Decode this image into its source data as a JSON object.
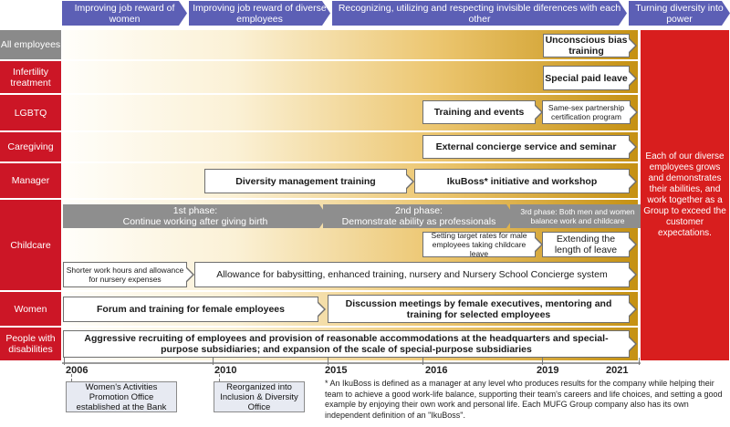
{
  "phases": [
    "Improving job reward of women",
    "Improving job reward of diverse employees",
    "Recognizing, utilizing and respecting invisible diferences with each other",
    "Turning diversity into power"
  ],
  "rows": {
    "all": "All employees",
    "infertility": "Infertility treatment",
    "lgbtq": "LGBTQ",
    "caregiving": "Caregiving",
    "manager": "Manager",
    "childcare": "Childcare",
    "women": "Women",
    "disabilities": "People with disabilities"
  },
  "boxes": {
    "unconscious": "Unconscious bias training",
    "special_leave": "Special paid leave",
    "training_events": "Training and events",
    "partnership": "Same-sex partnership certification program",
    "concierge": "External concierge service and seminar",
    "diversity_mgmt": "Diversity management training",
    "ikuboss": "IkuBoss* initiative and workshop",
    "target_rates": "Setting target rates for male employees taking childcare leave",
    "extending": "Extending the length of leave",
    "shorter_hours": "Shorter work hours and allowance for nursery expenses",
    "allowance": "Allowance for babysitting, enhanced training, nursery and Nursery School Concierge system",
    "forum": "Forum and training for female employees",
    "discussion": "Discussion meetings by female executives, mentoring and training for selected employees",
    "recruiting": "Aggressive recruiting of employees and provision of reasonable accommodations at the headquarters and special-purpose subsidiaries; and expansion of the scale of special-purpose subsidiaries"
  },
  "childcare_phases": {
    "p1_title": "1st phase:",
    "p1_text": "Continue working after giving birth",
    "p2_title": "2nd phase:",
    "p2_text": "Demonstrate ability as professionals",
    "p3": "3rd phase: Both men and women balance work and childcare"
  },
  "right_column": "Each of our diverse employees grows and demonstrates their abilities, and work together as a Group to exceed the customer expectations.",
  "timeline": {
    "years": [
      "2006",
      "2010",
      "2015",
      "2016",
      "2019",
      "2021"
    ],
    "notes": [
      "Women's Activities Promotion Office established at the Bank",
      "Reorganized into Inclusion & Diversity Office"
    ]
  },
  "footnote": "* An IkuBoss is defined as a manager at any level who produces results for the company while helping their team to achieve a good work-life balance, supporting their team's careers and life choices, and setting a good example by enjoying their own work and personal life. Each MUFG Group company also has its own independent definition of an \"IkuBoss\".",
  "colors": {
    "header": "#5c5fb5",
    "label_gray": "#8a8a8a",
    "label_red": "#cc1626",
    "right_red": "#d81e1e",
    "gold": "#c59113"
  }
}
